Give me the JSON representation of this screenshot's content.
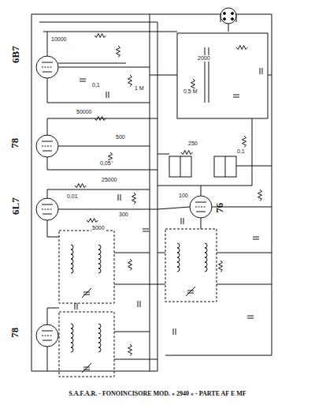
{
  "diagram": {
    "caption": "S.A.F.A.R. - FONOINCISORE MOD. « 2940 » - PARTE AF E MF",
    "labels": [
      "6B7",
      "78",
      "6L7",
      "78",
      "76",
      "10000",
      "0,1",
      "50000",
      "1 M",
      "500",
      "0,05",
      "25000",
      "0,01",
      "300",
      "2000",
      "0,5 M",
      "5000",
      "100",
      "0,1",
      "250"
    ]
  }
}
